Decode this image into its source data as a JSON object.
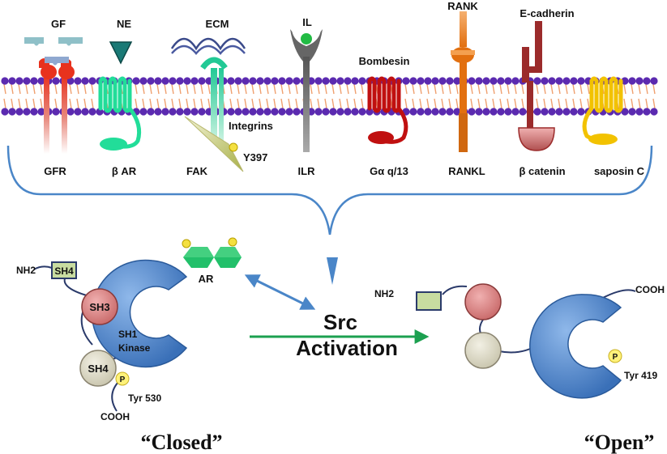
{
  "receptors": {
    "gf": "GF",
    "gfr": "GFR",
    "ne": "NE",
    "b_ar": "β AR",
    "ecm": "ECM",
    "integrins": "Integrins",
    "fak": "FAK",
    "y397": "Y397",
    "il": "IL",
    "ilr": "ILR",
    "bombesin": "Bombesin",
    "ga": "Gα q/13",
    "rank": "RANK",
    "rankl": "RANKL",
    "ecadherin": "E-cadherin",
    "bcatenin": "β catenin",
    "saposin": "saposin C"
  },
  "ar": {
    "label": "AR"
  },
  "center": {
    "line1": "Src",
    "line2": "Activation"
  },
  "closed": {
    "nh2": "NH2",
    "sh4_top": "SH4",
    "sh3": "SH3",
    "sh1_line1": "SH1",
    "sh1_line2": "Kinase",
    "sh4_bottom": "SH4",
    "p": "P",
    "tyr": "Tyr 530",
    "cooh": "COOH",
    "caption": "“Closed”"
  },
  "open": {
    "nh2": "NH2",
    "cooh": "COOH",
    "p": "P",
    "tyr": "Tyr 419",
    "caption": "“Open”"
  },
  "colors": {
    "membrane_head": "#5b2ab0",
    "membrane_tail": "#f0a070",
    "gfr": "#e8321e",
    "bar": "#22dd99",
    "integrin": "#22c995",
    "ilr": "#444444",
    "gprotein": "#c01010",
    "rank": "#f08a2a",
    "ecad": "#9b2b2b",
    "saposin": "#f2c200",
    "kinase": "#4a86d0",
    "sh3": "#d88080",
    "sh4": "#e0dcc8",
    "bracket": "#4a86c8",
    "arrow_green": "#1ca050",
    "ar": "#22c06a",
    "phospho": "#fff27a"
  }
}
